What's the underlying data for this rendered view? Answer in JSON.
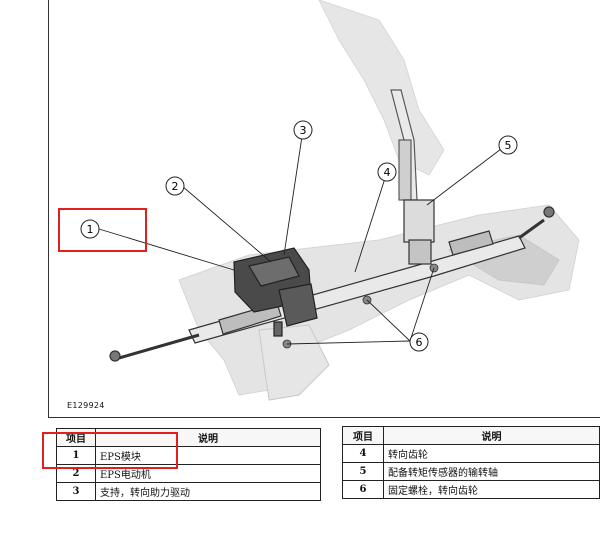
{
  "figure": {
    "id": "E129924",
    "callouts": [
      "1",
      "2",
      "3",
      "4",
      "5",
      "6"
    ]
  },
  "legend_left": {
    "header_item": "项目",
    "header_desc": "说明",
    "rows": [
      {
        "num": "1",
        "desc": "EPS模块"
      },
      {
        "num": "2",
        "desc": "EPS电动机"
      },
      {
        "num": "3",
        "desc": "支持，转向助力驱动"
      }
    ]
  },
  "legend_right": {
    "header_item": "项目",
    "header_desc": "说明",
    "rows": [
      {
        "num": "4",
        "desc": "转向齿轮"
      },
      {
        "num": "5",
        "desc": "配备转矩传感器的输转轴"
      },
      {
        "num": "6",
        "desc": "固定螺栓，转向齿轮"
      }
    ]
  },
  "colors": {
    "highlight": "#e02020",
    "ghost": "#d9d9d9",
    "part_dark": "#4a4a4a"
  }
}
